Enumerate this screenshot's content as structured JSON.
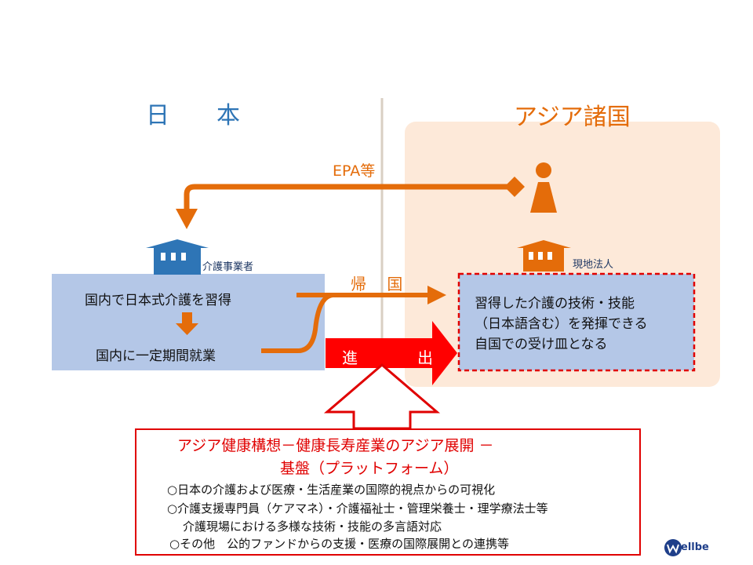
{
  "headings": {
    "japan": "日　　本",
    "asia": "アジア諸国"
  },
  "labels": {
    "epa": "EPA等",
    "care_provider": "介護事業者",
    "local_corp": "現地法人",
    "return_home": "帰　 国",
    "advance_left": "進",
    "advance_right": "出"
  },
  "japan_box": {
    "line1": "国内で日本式介護を習得",
    "line2": "国内に一定期間就業"
  },
  "asia_box": {
    "line1": "習得した介護の技術・技能",
    "line2": "（日本語含む）を発揮できる",
    "line3": "自国での受け皿となる"
  },
  "platform": {
    "title_line1": "アジア健康構想－健康長寿産業のアジア展開 －",
    "title_line2": "基盤（プラットフォーム）",
    "items": [
      "○日本の介護および医療・生活産業の国際的視点からの可視化",
      "○介護支援専門員（ケアマネ）・介護福祉士・管理栄養士・理学療法士等",
      "介護現場における多様な技術・技能の多言語対応",
      "○その他　公的ファンドからの支援・医療の国際展開との連携等"
    ]
  },
  "logo": {
    "text": "ellbe",
    "icon": "wellbe-logo-icon"
  },
  "colors": {
    "japan_blue": "#2e75b6",
    "asia_orange": "#e46c0a",
    "asia_bg": "#fde9d9",
    "japan_box": "#b4c7e7",
    "red": "#e00000"
  }
}
